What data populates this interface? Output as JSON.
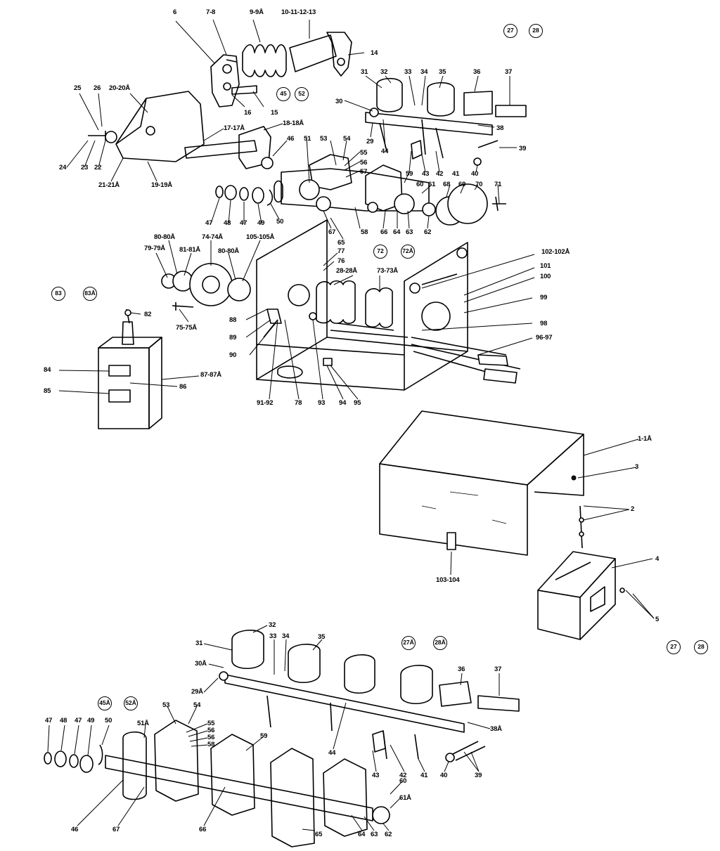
{
  "labels_main": [
    "6",
    "7-8",
    "9-9Å",
    "10-11-12-13",
    "14",
    "25",
    "26",
    "20-20Å",
    "16",
    "15",
    "17-17Å",
    "18-18Å",
    "24",
    "23",
    "22",
    "21-21Å",
    "19-19Å",
    "46",
    "51",
    "53",
    "54",
    "55",
    "56",
    "57",
    "31",
    "32",
    "33",
    "34",
    "35",
    "36",
    "37",
    "30",
    "29",
    "44",
    "38",
    "43",
    "42",
    "41",
    "39",
    "40",
    "59",
    "60",
    "61",
    "68",
    "69",
    "70",
    "71",
    "47",
    "48",
    "47",
    "49",
    "50",
    "67",
    "58",
    "66",
    "64",
    "63",
    "62",
    "65",
    "80-80Å",
    "74-74Å",
    "79-79Å",
    "81-81Å",
    "80-80Å",
    "105-105Å",
    "75-75Å",
    "77",
    "76",
    "28-28Å",
    "73-73Å",
    "102-102Å",
    "101",
    "100",
    "99",
    "98",
    "96-97",
    "82",
    "84",
    "85",
    "86",
    "87-87Å",
    "88",
    "89",
    "90",
    "91-92",
    "78",
    "93",
    "94",
    "95",
    "1-1Å",
    "3",
    "2",
    "103-104",
    "4",
    "5"
  ],
  "labels_lower": [
    "32",
    "31",
    "33",
    "34",
    "35",
    "30Å",
    "29Å",
    "36",
    "37",
    "38Å",
    "44",
    "43",
    "42",
    "41",
    "40",
    "39",
    "53",
    "54",
    "55",
    "56",
    "56",
    "58",
    "59",
    "51Å",
    "47",
    "48",
    "47",
    "49",
    "50",
    "60",
    "61Å",
    "46",
    "67",
    "66",
    "65",
    "64",
    "63",
    "62"
  ],
  "circled_refs": [
    "27",
    "28",
    "45",
    "52",
    "72",
    "72Å",
    "83",
    "83Å",
    "27Å",
    "28Å",
    "45Å",
    "52Å",
    "27",
    "28"
  ]
}
